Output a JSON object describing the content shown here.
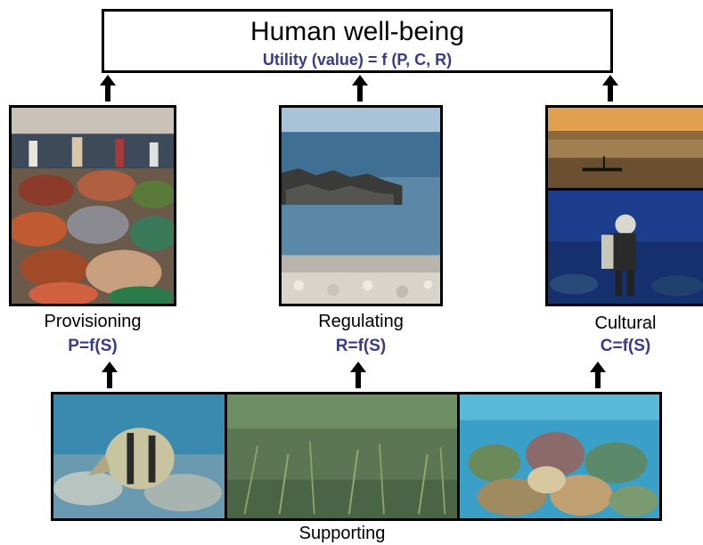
{
  "top_box": {
    "title": "Human well-being",
    "formula": "Utility (value) = f (P, C, R)"
  },
  "services": [
    {
      "label": "Provisioning",
      "formula": "P=f(S)"
    },
    {
      "label": "Regulating",
      "formula": "R=f(S)"
    },
    {
      "label": "Cultural",
      "formula": "C=f(S)"
    }
  ],
  "bottom": {
    "label": "Supporting"
  },
  "colors": {
    "formula_text": "#3a3a8c",
    "border": "#000000"
  }
}
